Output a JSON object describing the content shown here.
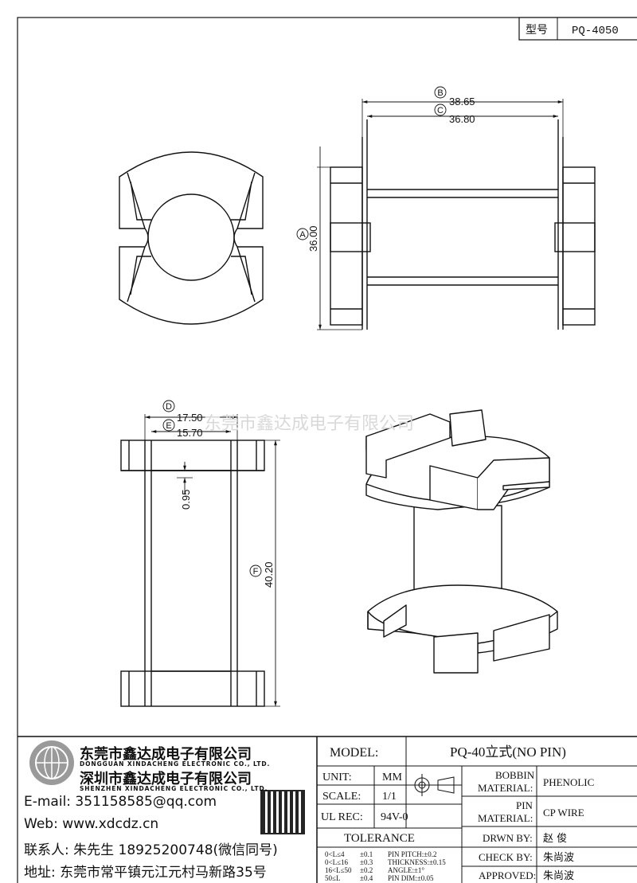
{
  "header": {
    "model_label": "型号",
    "model_value": "PQ-4050"
  },
  "dimensions": {
    "b": {
      "circle": "B",
      "value": "38.65"
    },
    "c": {
      "circle": "C",
      "value": "36.80"
    },
    "a": {
      "circle": "A",
      "value": "36.00"
    },
    "d": {
      "circle": "D",
      "value": "17.50"
    },
    "e": {
      "circle": "E",
      "value": "15.70"
    },
    "thin": {
      "value": "0.95"
    },
    "f": {
      "circle": "F",
      "value": "40.20"
    }
  },
  "watermark": "东莞市鑫达成电子有限公司",
  "company": {
    "name_dg": "东莞市鑫达成电子有限公司",
    "name_dg_en": "DONGGUAN XINDACHENG ELECTRONIC CO., LTD.",
    "name_sz": "深圳市鑫达成电子有限公司",
    "name_sz_en": "SHENZHEN XINDACHENG ELECTRONIC CO., LTD.",
    "email": "E-mail: 351158585@qq.com",
    "web": "Web: www.xdcdz.cn",
    "contact": "联系人: 朱先生 18925200748(微信同号)",
    "address": "地址: 东莞市常平镇元江元村马新路35号"
  },
  "title_block": {
    "model_label": "MODEL:",
    "model_value": "PQ-40立式(NO PIN)",
    "unit_label": "UNIT:",
    "unit_value": "MM",
    "scale_label": "SCALE:",
    "scale_value": "1/1",
    "ulrec_label": "UL REC:",
    "ulrec_value": "94V-0",
    "tolerance_label": "TOLERANCE",
    "tol_rows": [
      {
        "range": "0<L≤4",
        "tol": "±0.1",
        "item": "PIN PITCH:±0.2"
      },
      {
        "range": "0<L≤16",
        "tol": "±0.3",
        "item": "THICKNESS:±0.15"
      },
      {
        "range": "16<L≤50",
        "tol": "±0.2",
        "item": "ANGLE:±1°"
      },
      {
        "range": "50≤L",
        "tol": "±0.4",
        "item": "PIN DIM:±0.05"
      }
    ],
    "bobbin_label_1": "BOBBIN",
    "bobbin_label_2": "MATERIAL:",
    "bobbin_value": "PHENOLIC",
    "pin_label_1": "PIN",
    "pin_label_2": "MATERIAL:",
    "pin_value": "CP WIRE",
    "drwn_label": "DRWN BY:",
    "drwn_value": "赵 俊",
    "check_label": "CHECK BY:",
    "check_value": "朱尚波",
    "approved_label": "APPROVED:",
    "approved_value": "朱尚波"
  }
}
